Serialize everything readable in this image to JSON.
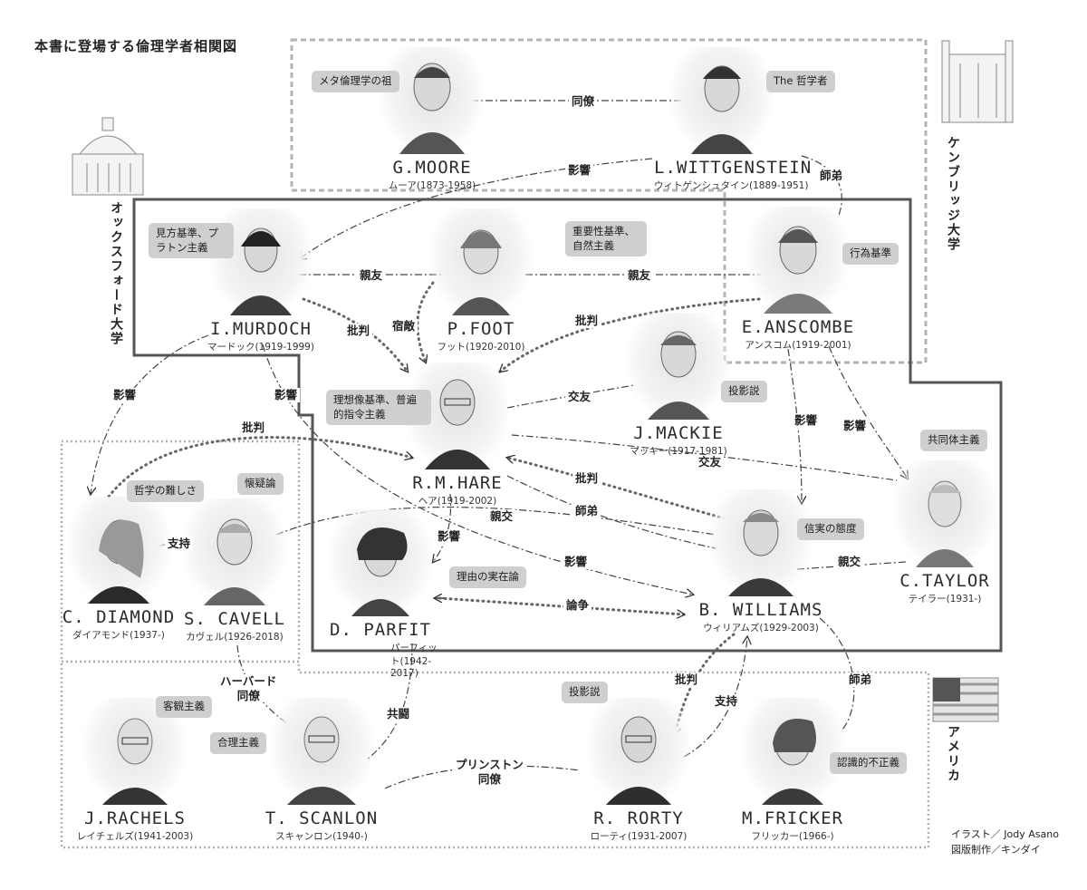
{
  "title": "本書に登場する倫理学者相関図",
  "regions": {
    "cambridge": "ケンブリッジ大学",
    "oxford": "オックスフォード大学",
    "america": "アメリカ"
  },
  "people": [
    {
      "id": "moore",
      "name": "G.MOORE",
      "kana": "ムーア(1873-1958)",
      "bubble": "メタ倫理学の祖"
    },
    {
      "id": "wittgenstein",
      "name": "L.WITTGENSTEIN",
      "kana": "ウィトゲンシュタイン(1889-1951)",
      "bubble": "The 哲学者"
    },
    {
      "id": "murdoch",
      "name": "I.MURDOCH",
      "kana": "マードック(1919-1999)",
      "bubble": "見方基準、プラトン主義"
    },
    {
      "id": "foot",
      "name": "P.FOOT",
      "kana": "フット(1920-2010)",
      "bubble": "重要性基準、自然主義"
    },
    {
      "id": "anscombe",
      "name": "E.ANSCOMBE",
      "kana": "アンスコム(1919-2001)",
      "bubble": "行為基準"
    },
    {
      "id": "hare",
      "name": "R.M.HARE",
      "kana": "ヘア(1919-2002)",
      "bubble": "理想像基準、普遍的指令主義"
    },
    {
      "id": "mackie",
      "name": "J.MACKIE",
      "kana": "マッキー(1917-1981)",
      "bubble": "投影説"
    },
    {
      "id": "diamond",
      "name": "C. DIAMOND",
      "kana": "ダイアモンド(1937-)",
      "bubble": "哲学の難しさ"
    },
    {
      "id": "cavell",
      "name": "S. CAVELL",
      "kana": "カヴェル(1926-2018)",
      "bubble": "懐疑論"
    },
    {
      "id": "parfit",
      "name": "D. PARFIT",
      "kana": "パーフィット(1942-2017)",
      "bubble": "理由の実在論"
    },
    {
      "id": "williams",
      "name": "B. WILLIAMS",
      "kana": "ウィリアムズ(1929-2003)",
      "bubble": "信実の態度"
    },
    {
      "id": "taylor",
      "name": "C.TAYLOR",
      "kana": "テイラー(1931-)",
      "bubble": "共同体主義"
    },
    {
      "id": "rachels",
      "name": "J.RACHELS",
      "kana": "レイチェルズ(1941-2003)",
      "bubble": "客観主義"
    },
    {
      "id": "scanlon",
      "name": "T. SCANLON",
      "kana": "スキャンロン(1940-)",
      "bubble": "合理主義"
    },
    {
      "id": "rorty",
      "name": "R. RORTY",
      "kana": "ローティ(1931-2007)",
      "bubble": "投影説"
    },
    {
      "id": "fricker",
      "name": "M.FRICKER",
      "kana": "フリッカー(1966-)",
      "bubble": "認識的不正義"
    }
  ],
  "relations": {
    "douryou": "同僚",
    "eikyou": "影響",
    "shitei": "師弟",
    "shinyu": "親友",
    "hihan": "批判",
    "shukuteki": "宿敵",
    "kouyu": "交友",
    "shiji": "支持",
    "shinkou": "親交",
    "ronsou": "論争",
    "harvard": "ハーバード",
    "princeton": "プリンストン",
    "kyoutou": "共闘"
  },
  "credits": {
    "illust": "イラスト／ Jody Asano",
    "design": "図版制作／キンダイ"
  },
  "colors": {
    "box": "#555555",
    "cambridge_border": "#b4b4b4",
    "america_border": "#b4b4b4",
    "bubble": "#cfcfcf",
    "dotted": "#666666"
  }
}
